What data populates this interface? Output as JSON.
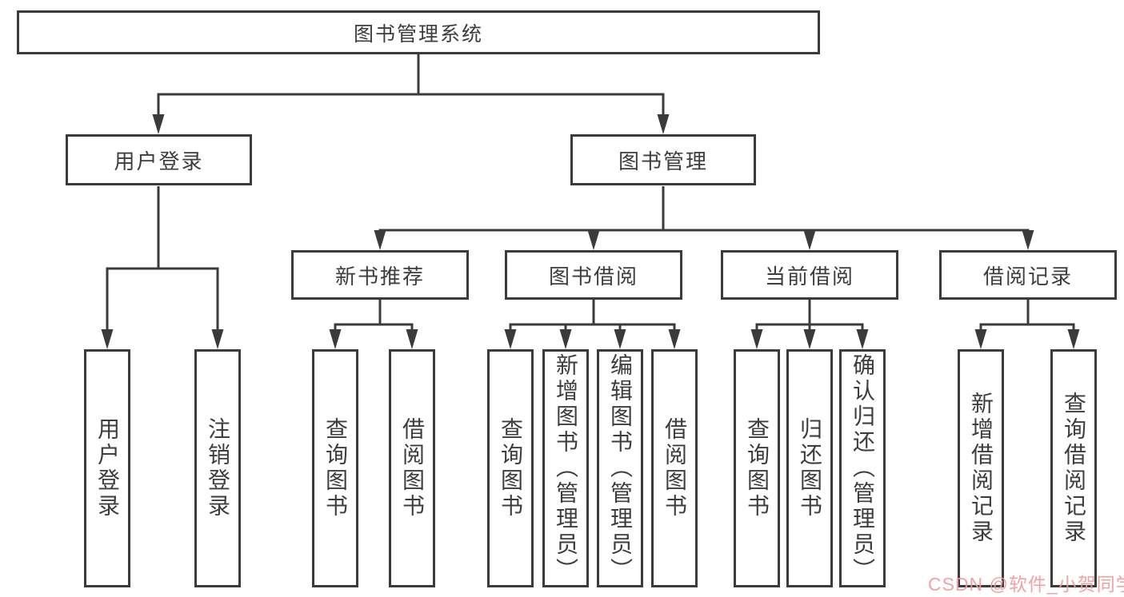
{
  "diagram": {
    "root": "图书管理系统",
    "branches": [
      {
        "label": "用户登录",
        "children": [
          "用户登录",
          "注销登录"
        ]
      },
      {
        "label": "图书管理",
        "children": [
          {
            "label": "新书推荐",
            "children": [
              "查询图书",
              "借阅图书"
            ]
          },
          {
            "label": "图书借阅",
            "children": [
              "查询图书",
              "新增图书（管理员）",
              "编辑图书（管理员）",
              "借阅图书"
            ]
          },
          {
            "label": "当前借阅",
            "children": [
              "查询图书",
              "归还图书",
              "确认归还（管理员）"
            ]
          },
          {
            "label": "借阅记录",
            "children": [
              "新增借阅记录",
              "查询借阅记录"
            ]
          }
        ]
      }
    ]
  },
  "watermark": {
    "text": "CSDN @软件_小贺同学",
    "color": "#f19a9a"
  },
  "colors": {
    "line": "#3b3b3b",
    "box_border": "#3b3b3b",
    "text": "#3d3d3d",
    "background": "#ffffff"
  }
}
